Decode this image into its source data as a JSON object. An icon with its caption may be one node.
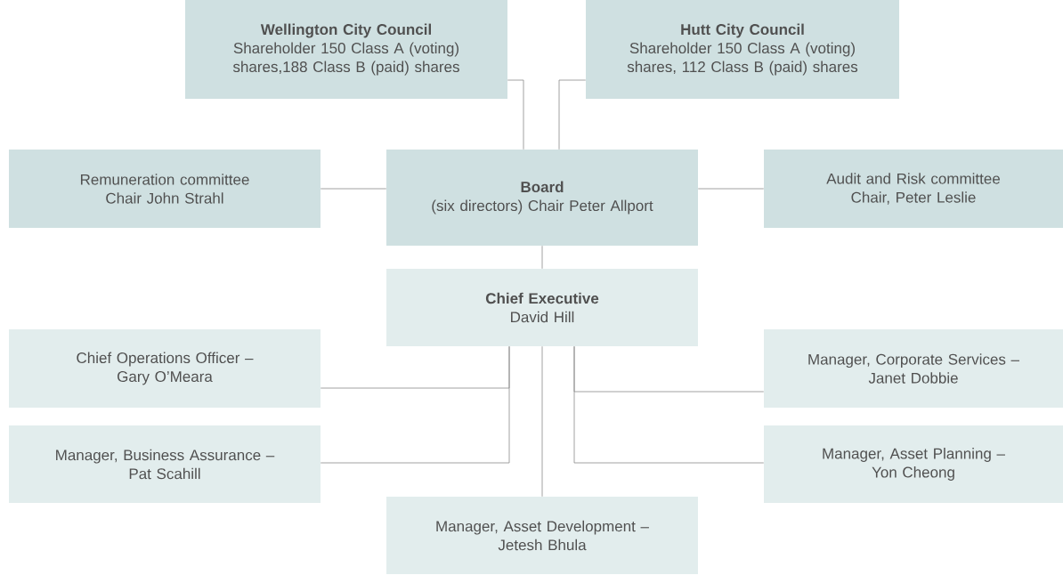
{
  "diagram": {
    "nodes": [
      {
        "text": [
          "Wellington City Council",
          "Shareholder 150 Class A (voting) shares,188 Class B (paid) shares"
        ]
      },
      {
        "text": [
          "Hutt City Council",
          "Shareholder 150 Class A (voting) shares, 112 Class B (paid) shares"
        ]
      },
      {
        "text": [
          "Remuneration committee",
          "Chair John Strahl"
        ]
      },
      {
        "text": [
          "Board",
          "(six directors) Chair Peter Allport"
        ]
      },
      {
        "text": [
          "Audit and Risk committee",
          "Chair, Peter Leslie"
        ]
      },
      {
        "text": [
          "Chief Executive",
          "David Hill"
        ]
      },
      {
        "text": [
          "Chief Operations Officer –",
          "Gary O’Meara"
        ]
      },
      {
        "text": [
          "Manager, Corporate Services –",
          "Janet Dobbie"
        ]
      },
      {
        "text": [
          "Manager, Business Assurance –",
          "Pat Scahill"
        ]
      },
      {
        "text": [
          "Manager, Asset Planning –",
          "Yon Cheong"
        ]
      },
      {
        "text": [
          "Manager, Asset Development –",
          "Jetesh Bhula"
        ]
      }
    ],
    "edges": [
      {
        "from": 0,
        "to": 3,
        "arrow": "none"
      },
      {
        "from": 1,
        "to": 3,
        "arrow": "none"
      },
      {
        "from": 2,
        "to": 3,
        "arrow": "none"
      },
      {
        "from": 3,
        "to": 4,
        "arrow": "none"
      },
      {
        "from": 3,
        "to": 5,
        "arrow": "none"
      },
      {
        "from": 5,
        "to": 6,
        "arrow": "none"
      },
      {
        "from": 5,
        "to": 8,
        "arrow": "none"
      },
      {
        "from": 5,
        "to": 7,
        "arrow": "none"
      },
      {
        "from": 5,
        "to": 9,
        "arrow": "none"
      },
      {
        "from": 5,
        "to": 10,
        "arrow": "none"
      }
    ]
  }
}
